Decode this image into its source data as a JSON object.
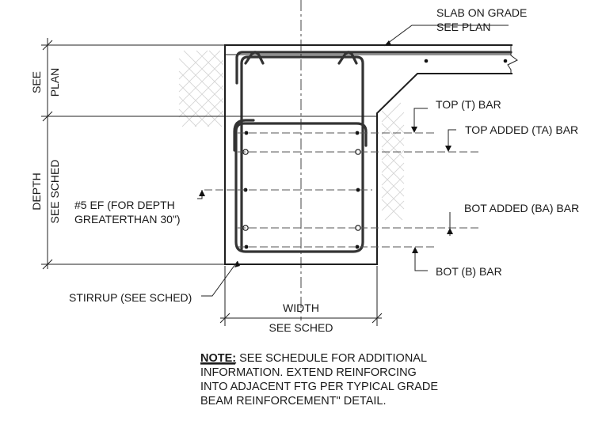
{
  "labels": {
    "slab_line1": "SLAB ON GRADE",
    "slab_line2": "SEE PLAN",
    "see": "SEE",
    "plan": "PLAN",
    "depth": "DEPTH",
    "see_sched_left": "SEE SCHED",
    "top_bar": "TOP (T) BAR",
    "top_added_bar": "TOP ADDED (TA) BAR",
    "bot_added_bar": "BOT ADDED (BA) BAR",
    "bot_bar": "BOT (B) BAR",
    "ef_line1": "#5 EF (FOR DEPTH",
    "ef_line2": "GREATERTHAN 30\")",
    "stirrup": "STIRRUP (SEE SCHED)",
    "width": "WIDTH",
    "see_sched_bottom": "SEE SCHED"
  },
  "note": {
    "heading": "NOTE:",
    "line1": " SEE SCHEDULE FOR ADDITIONAL",
    "line2": "INFORMATION.  EXTEND REINFORCING",
    "line3": "INTO ADJACENT FTG PER TYPICAL GRADE",
    "line4": "BEAM REINFORCEMENT\" DETAIL."
  }
}
